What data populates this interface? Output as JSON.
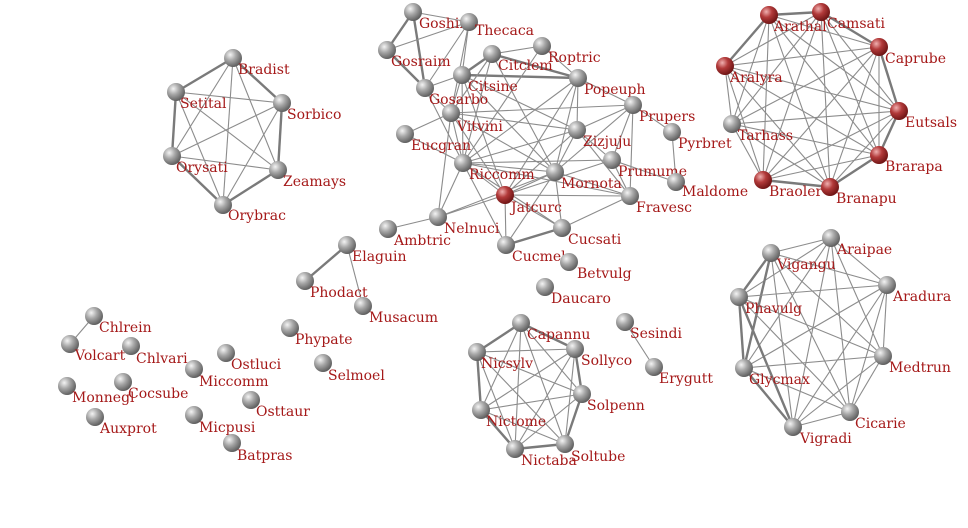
{
  "colors": {
    "node_gray": "#9a9a9a",
    "node_red": "#b23a3a",
    "edge": "#8c8c8c",
    "label": "#a51919"
  },
  "nodes": [
    {
      "id": "Goshin",
      "label": "Goshin",
      "group": "cluster-top"
    },
    {
      "id": "Thecaca",
      "label": "Thecaca",
      "group": "cluster-top"
    },
    {
      "id": "Gosraim",
      "label": "Gosraim",
      "group": "cluster-top"
    },
    {
      "id": "Citclem",
      "label": "Citclem",
      "group": "cluster-top"
    },
    {
      "id": "Roptric",
      "label": "Roptric",
      "group": "cluster-top"
    },
    {
      "id": "Citsine",
      "label": "Citsine",
      "group": "cluster-top"
    },
    {
      "id": "Popeuph",
      "label": "Popeuph",
      "group": "cluster-top"
    },
    {
      "id": "Gosarbo",
      "label": "Gosarbo",
      "group": "cluster-top"
    },
    {
      "id": "Vitvini",
      "label": "Vitvini",
      "group": "cluster-top"
    },
    {
      "id": "Prupers",
      "label": "Prupers",
      "group": "cluster-top"
    },
    {
      "id": "Pyrbret",
      "label": "Pyrbret",
      "group": "cluster-top"
    },
    {
      "id": "Eucgran",
      "label": "Eucgran",
      "group": "cluster-top"
    },
    {
      "id": "Zizjuju",
      "label": "Zizjuju",
      "group": "cluster-top"
    },
    {
      "id": "Riccomm",
      "label": "Riccomm",
      "group": "cluster-top"
    },
    {
      "id": "Prumume",
      "label": "Prumume",
      "group": "cluster-top"
    },
    {
      "id": "Mornota",
      "label": "Mornota",
      "group": "cluster-top"
    },
    {
      "id": "Maldome",
      "label": "Maldome",
      "group": "cluster-top"
    },
    {
      "id": "Jatcurc",
      "label": "Jatcurc",
      "group": "cluster-top",
      "highlight": true
    },
    {
      "id": "Fravesc",
      "label": "Fravesc",
      "group": "cluster-top"
    },
    {
      "id": "Nelnuci",
      "label": "Nelnuci",
      "group": "cluster-top"
    },
    {
      "id": "Cucsati",
      "label": "Cucsati",
      "group": "cluster-top"
    },
    {
      "id": "Ambtric",
      "label": "Ambtric",
      "group": "cluster-top"
    },
    {
      "id": "Cucmelo",
      "label": "Cucmelo",
      "group": "cluster-top"
    },
    {
      "id": "Betvulg",
      "label": "Betvulg",
      "group": "single"
    },
    {
      "id": "Daucaro",
      "label": "Daucaro",
      "group": "single"
    },
    {
      "id": "Bradist",
      "label": "Bradist",
      "group": "cluster-left"
    },
    {
      "id": "Setital",
      "label": "Setital",
      "group": "cluster-left"
    },
    {
      "id": "Sorbico",
      "label": "Sorbico",
      "group": "cluster-left"
    },
    {
      "id": "Orysati",
      "label": "Orysati",
      "group": "cluster-left"
    },
    {
      "id": "Zeamays",
      "label": "Zeamays",
      "group": "cluster-left"
    },
    {
      "id": "Orybrac",
      "label": "Orybrac",
      "group": "cluster-left"
    },
    {
      "id": "Arathal",
      "label": "Arathal",
      "group": "cluster-red",
      "highlight": true
    },
    {
      "id": "Camsati",
      "label": "Camsati",
      "group": "cluster-red",
      "highlight": true
    },
    {
      "id": "Caprube",
      "label": "Caprube",
      "group": "cluster-red",
      "highlight": true
    },
    {
      "id": "Aralyra",
      "label": "Aralyra",
      "group": "cluster-red",
      "highlight": true
    },
    {
      "id": "Eutsals",
      "label": "Eutsals",
      "group": "cluster-red",
      "highlight": true
    },
    {
      "id": "Tarhass",
      "label": "Tarhass",
      "group": "cluster-red"
    },
    {
      "id": "Brarapa",
      "label": "Brarapa",
      "group": "cluster-red",
      "highlight": true
    },
    {
      "id": "Braoler",
      "label": "Braoler",
      "group": "cluster-red",
      "highlight": true
    },
    {
      "id": "Branapu",
      "label": "Branapu",
      "group": "cluster-red",
      "highlight": true
    },
    {
      "id": "Elaguin",
      "label": "Elaguin",
      "group": "pair"
    },
    {
      "id": "Phodact",
      "label": "Phodact",
      "group": "pair"
    },
    {
      "id": "Musacum",
      "label": "Musacum",
      "group": "pair"
    },
    {
      "id": "Phypate",
      "label": "Phypate",
      "group": "single"
    },
    {
      "id": "Selmoel",
      "label": "Selmoel",
      "group": "single"
    },
    {
      "id": "Araipae",
      "label": "Araipae",
      "group": "cluster-right"
    },
    {
      "id": "Vigangu",
      "label": "Vigangu",
      "group": "cluster-right"
    },
    {
      "id": "Aradura",
      "label": "Aradura",
      "group": "cluster-right"
    },
    {
      "id": "Phavulg",
      "label": "Phavulg",
      "group": "cluster-right"
    },
    {
      "id": "Medtrun",
      "label": "Medtrun",
      "group": "cluster-right"
    },
    {
      "id": "Glycmax",
      "label": "Glycmax",
      "group": "cluster-right"
    },
    {
      "id": "Cicarie",
      "label": "Cicarie",
      "group": "cluster-right"
    },
    {
      "id": "Vigradi",
      "label": "Vigradi",
      "group": "cluster-right"
    },
    {
      "id": "Capannu",
      "label": "Capannu",
      "group": "cluster-mid"
    },
    {
      "id": "Nicsylv",
      "label": "Nicsylv",
      "group": "cluster-mid"
    },
    {
      "id": "Sollyco",
      "label": "Sollyco",
      "group": "cluster-mid"
    },
    {
      "id": "Solpenn",
      "label": "Solpenn",
      "group": "cluster-mid"
    },
    {
      "id": "Nictome",
      "label": "Nictome",
      "group": "cluster-mid"
    },
    {
      "id": "Soltube",
      "label": "Soltube",
      "group": "cluster-mid"
    },
    {
      "id": "Nictaba",
      "label": "Nictaba",
      "group": "cluster-mid"
    },
    {
      "id": "Sesindi",
      "label": "Sesindi",
      "group": "pair"
    },
    {
      "id": "Erygutt",
      "label": "Erygutt",
      "group": "pair"
    },
    {
      "id": "Chlrein",
      "label": "Chlrein",
      "group": "pair"
    },
    {
      "id": "Volcart",
      "label": "Volcart",
      "group": "pair"
    },
    {
      "id": "Chlvari",
      "label": "Chlvari",
      "group": "single"
    },
    {
      "id": "Monnegl",
      "label": "Monnegl",
      "group": "single"
    },
    {
      "id": "Cocsube",
      "label": "Cocsube",
      "group": "single"
    },
    {
      "id": "Auxprot",
      "label": "Auxprot",
      "group": "single"
    },
    {
      "id": "Miccomm",
      "label": "Miccomm",
      "group": "single"
    },
    {
      "id": "Ostluci",
      "label": "Ostluci",
      "group": "single"
    },
    {
      "id": "Osttaur",
      "label": "Osttaur",
      "group": "single"
    },
    {
      "id": "Micpusi",
      "label": "Micpusi",
      "group": "single"
    },
    {
      "id": "Batpras",
      "label": "Batpras",
      "group": "single"
    }
  ],
  "edges": [
    [
      "Goshin",
      "Gosraim",
      1
    ],
    [
      "Goshin",
      "Gosarbo",
      1
    ],
    [
      "Gosraim",
      "Gosarbo",
      1
    ],
    [
      "Goshin",
      "Thecaca",
      0
    ],
    [
      "Thecaca",
      "Citsine",
      0
    ],
    [
      "Thecaca",
      "Gosarbo",
      0
    ],
    [
      "Thecaca",
      "Gosraim",
      0
    ],
    [
      "Thecaca",
      "Vitvini",
      0
    ],
    [
      "Citclem",
      "Citsine",
      1
    ],
    [
      "Citclem",
      "Popeuph",
      1
    ],
    [
      "Citsine",
      "Popeuph",
      1
    ],
    [
      "Roptric",
      "Citclem",
      0
    ],
    [
      "Roptric",
      "Popeuph",
      0
    ],
    [
      "Citsine",
      "Vitvini",
      0
    ],
    [
      "Citsine",
      "Riccomm",
      0
    ],
    [
      "Citsine",
      "Mornota",
      0
    ],
    [
      "Citsine",
      "Zizjuju",
      0
    ],
    [
      "Citclem",
      "Riccomm",
      0
    ],
    [
      "Citclem",
      "Vitvini",
      0
    ],
    [
      "Popeuph",
      "Zizjuju",
      0
    ],
    [
      "Popeuph",
      "Prupers",
      0
    ],
    [
      "Popeuph",
      "Riccomm",
      0
    ],
    [
      "Popeuph",
      "Mornota",
      0
    ],
    [
      "Gosarbo",
      "Vitvini",
      0
    ],
    [
      "Gosarbo",
      "Riccomm",
      0
    ],
    [
      "Gosarbo",
      "Citsine",
      0
    ],
    [
      "Vitvini",
      "Riccomm",
      0
    ],
    [
      "Vitvini",
      "Zizjuju",
      0
    ],
    [
      "Vitvini",
      "Mornota",
      0
    ],
    [
      "Vitvini",
      "Jatcurc",
      0
    ],
    [
      "Vitvini",
      "Prupers",
      0
    ],
    [
      "Eucgran",
      "Riccomm",
      0
    ],
    [
      "Eucgran",
      "Vitvini",
      0
    ],
    [
      "Riccomm",
      "Mornota",
      0
    ],
    [
      "Riccomm",
      "Jatcurc",
      0
    ],
    [
      "Riccomm",
      "Zizjuju",
      0
    ],
    [
      "Riccomm",
      "Cucsati",
      0
    ],
    [
      "Riccomm",
      "Cucmelo",
      0
    ],
    [
      "Riccomm",
      "Fravesc",
      0
    ],
    [
      "Riccomm",
      "Prumume",
      0
    ],
    [
      "Zizjuju",
      "Prumume",
      0
    ],
    [
      "Zizjuju",
      "Mornota",
      0
    ],
    [
      "Zizjuju",
      "Prupers",
      0
    ],
    [
      "Zizjuju",
      "Fravesc",
      0
    ],
    [
      "Zizjuju",
      "Jatcurc",
      0
    ],
    [
      "Prupers",
      "Prumume",
      0
    ],
    [
      "Prupers",
      "Pyrbret",
      0
    ],
    [
      "Prupers",
      "Mornota",
      0
    ],
    [
      "Prupers",
      "Fravesc",
      0
    ],
    [
      "Pyrbret",
      "Maldome",
      0
    ],
    [
      "Prumume",
      "Maldome",
      0
    ],
    [
      "Prumume",
      "Fravesc",
      0
    ],
    [
      "Mornota",
      "Jatcurc",
      0
    ],
    [
      "Mornota",
      "Fravesc",
      0
    ],
    [
      "Mornota",
      "Cucsati",
      0
    ],
    [
      "Jatcurc",
      "Cucsati",
      0
    ],
    [
      "Jatcurc",
      "Cucmelo",
      0
    ],
    [
      "Jatcurc",
      "Nelnuci",
      0
    ],
    [
      "Jatcurc",
      "Fravesc",
      0
    ],
    [
      "Jatcurc",
      "Prumume",
      0
    ],
    [
      "Cucsati",
      "Cucmelo",
      1
    ],
    [
      "Cucsati",
      "Fravesc",
      0
    ],
    [
      "Nelnuci",
      "Ambtric",
      0
    ],
    [
      "Nelnuci",
      "Riccomm",
      0
    ],
    [
      "Nelnuci",
      "Mornota",
      0
    ],
    [
      "Nelnuci",
      "Vitvini",
      0
    ],
    [
      "Cucmelo",
      "Mornota",
      0
    ],
    [
      "Citsine",
      "Jatcurc",
      0
    ],
    [
      "Citclem",
      "Mornota",
      0
    ],
    [
      "Popeuph",
      "Jatcurc",
      0
    ],
    [
      "Roptric",
      "Riccomm",
      0
    ],
    [
      "Bradist",
      "Setital",
      1
    ],
    [
      "Bradist",
      "Sorbico",
      1
    ],
    [
      "Setital",
      "Orysati",
      1
    ],
    [
      "Orysati",
      "Orybrac",
      1
    ],
    [
      "Orybrac",
      "Zeamays",
      1
    ],
    [
      "Zeamays",
      "Sorbico",
      1
    ],
    [
      "Setital",
      "Sorbico",
      0
    ],
    [
      "Setital",
      "Zeamays",
      0
    ],
    [
      "Setital",
      "Orybrac",
      0
    ],
    [
      "Bradist",
      "Orysati",
      0
    ],
    [
      "Bradist",
      "Zeamays",
      0
    ],
    [
      "Bradist",
      "Orybrac",
      0
    ],
    [
      "Sorbico",
      "Orysati",
      0
    ],
    [
      "Sorbico",
      "Orybrac",
      0
    ],
    [
      "Orysati",
      "Zeamays",
      0
    ],
    [
      "Arathal",
      "Camsati",
      1
    ],
    [
      "Camsati",
      "Caprube",
      1
    ],
    [
      "Caprube",
      "Eutsals",
      1
    ],
    [
      "Eutsals",
      "Brarapa",
      1
    ],
    [
      "Brarapa",
      "Branapu",
      1
    ],
    [
      "Branapu",
      "Braoler",
      1
    ],
    [
      "Braoler",
      "Aralyra",
      0
    ],
    [
      "Aralyra",
      "Arathal",
      1
    ],
    [
      "Arathal",
      "Caprube",
      0
    ],
    [
      "Arathal",
      "Eutsals",
      0
    ],
    [
      "Arathal",
      "Tarhass",
      0
    ],
    [
      "Arathal",
      "Braoler",
      0
    ],
    [
      "Arathal",
      "Branapu",
      0
    ],
    [
      "Arathal",
      "Brarapa",
      0
    ],
    [
      "Camsati",
      "Aralyra",
      0
    ],
    [
      "Camsati",
      "Eutsals",
      0
    ],
    [
      "Camsati",
      "Tarhass",
      0
    ],
    [
      "Camsati",
      "Brarapa",
      0
    ],
    [
      "Camsati",
      "Braoler",
      0
    ],
    [
      "Camsati",
      "Branapu",
      0
    ],
    [
      "Caprube",
      "Aralyra",
      0
    ],
    [
      "Caprube",
      "Tarhass",
      0
    ],
    [
      "Caprube",
      "Brarapa",
      0
    ],
    [
      "Caprube",
      "Braoler",
      0
    ],
    [
      "Caprube",
      "Branapu",
      0
    ],
    [
      "Aralyra",
      "Eutsals",
      0
    ],
    [
      "Aralyra",
      "Tarhass",
      0
    ],
    [
      "Aralyra",
      "Brarapa",
      0
    ],
    [
      "Aralyra",
      "Branapu",
      0
    ],
    [
      "Eutsals",
      "Tarhass",
      0
    ],
    [
      "Eutsals",
      "Braoler",
      0
    ],
    [
      "Eutsals",
      "Branapu",
      0
    ],
    [
      "Tarhass",
      "Brarapa",
      0
    ],
    [
      "Tarhass",
      "Braoler",
      0
    ],
    [
      "Tarhass",
      "Branapu",
      0
    ],
    [
      "Brarapa",
      "Braoler",
      0
    ],
    [
      "Elaguin",
      "Phodact",
      1
    ],
    [
      "Elaguin",
      "Musacum",
      0
    ],
    [
      "Araipae",
      "Vigangu",
      0
    ],
    [
      "Araipae",
      "Aradura",
      0
    ],
    [
      "Araipae",
      "Phavulg",
      0
    ],
    [
      "Araipae",
      "Medtrun",
      0
    ],
    [
      "Araipae",
      "Glycmax",
      0
    ],
    [
      "Araipae",
      "Cicarie",
      0
    ],
    [
      "Araipae",
      "Vigradi",
      0
    ],
    [
      "Vigangu",
      "Aradura",
      0
    ],
    [
      "Vigangu",
      "Phavulg",
      1
    ],
    [
      "Vigangu",
      "Medtrun",
      0
    ],
    [
      "Vigangu",
      "Glycmax",
      1
    ],
    [
      "Vigangu",
      "Cicarie",
      0
    ],
    [
      "Vigangu",
      "Vigradi",
      0
    ],
    [
      "Aradura",
      "Phavulg",
      0
    ],
    [
      "Aradura",
      "Medtrun",
      0
    ],
    [
      "Aradura",
      "Glycmax",
      0
    ],
    [
      "Aradura",
      "Cicarie",
      0
    ],
    [
      "Aradura",
      "Vigradi",
      0
    ],
    [
      "Phavulg",
      "Medtrun",
      0
    ],
    [
      "Phavulg",
      "Glycmax",
      1
    ],
    [
      "Phavulg",
      "Cicarie",
      0
    ],
    [
      "Phavulg",
      "Vigradi",
      1
    ],
    [
      "Medtrun",
      "Glycmax",
      0
    ],
    [
      "Medtrun",
      "Cicarie",
      0
    ],
    [
      "Medtrun",
      "Vigradi",
      0
    ],
    [
      "Glycmax",
      "Cicarie",
      0
    ],
    [
      "Glycmax",
      "Vigradi",
      1
    ],
    [
      "Cicarie",
      "Vigradi",
      0
    ],
    [
      "Capannu",
      "Nicsylv",
      1
    ],
    [
      "Capannu",
      "Sollyco",
      1
    ],
    [
      "Capannu",
      "Solpenn",
      0
    ],
    [
      "Capannu",
      "Nictome",
      0
    ],
    [
      "Capannu",
      "Nictaba",
      0
    ],
    [
      "Capannu",
      "Soltube",
      0
    ],
    [
      "Nicsylv",
      "Sollyco",
      0
    ],
    [
      "Nicsylv",
      "Nictome",
      1
    ],
    [
      "Nicsylv",
      "Solpenn",
      0
    ],
    [
      "Nicsylv",
      "Nictaba",
      0
    ],
    [
      "Nicsylv",
      "Soltube",
      0
    ],
    [
      "Sollyco",
      "Solpenn",
      1
    ],
    [
      "Sollyco",
      "Nictome",
      0
    ],
    [
      "Sollyco",
      "Soltube",
      0
    ],
    [
      "Sollyco",
      "Nictaba",
      0
    ],
    [
      "Solpenn",
      "Soltube",
      1
    ],
    [
      "Solpenn",
      "Nictome",
      0
    ],
    [
      "Solpenn",
      "Nictaba",
      0
    ],
    [
      "Nictome",
      "Nictaba",
      1
    ],
    [
      "Nictome",
      "Soltube",
      0
    ],
    [
      "Soltube",
      "Nictaba",
      1
    ],
    [
      "Sesindi",
      "Erygutt",
      0
    ],
    [
      "Chlrein",
      "Volcart",
      0
    ]
  ]
}
